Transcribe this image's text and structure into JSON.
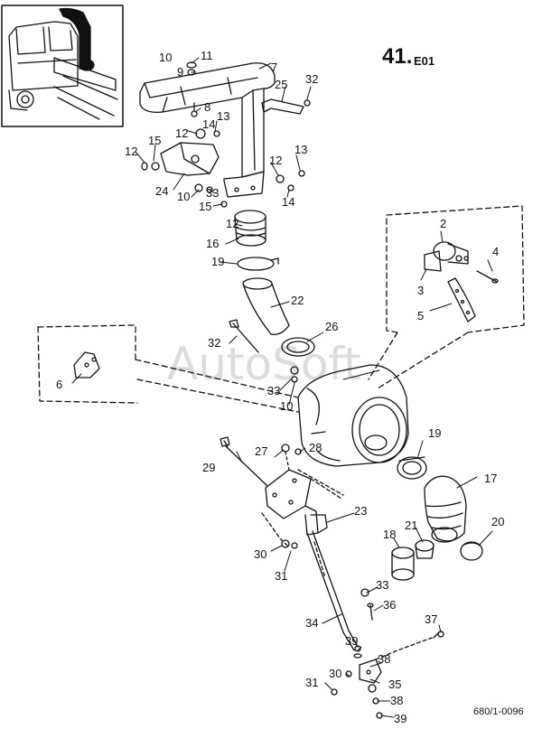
{
  "header": {
    "section_number": "41.",
    "section_suffix": "E01",
    "drawing_code": "680/1-0096"
  },
  "watermark": "AutoSoft",
  "colors": {
    "line": "#111111",
    "watermark": "#9a9a9a"
  },
  "labels": {
    "p2": "2",
    "p3": "3",
    "p4": "4",
    "p5": "5",
    "p6": "6",
    "p7": "7",
    "p8": "8",
    "p9": "9",
    "p10a": "10",
    "p10b": "10",
    "p10c": "10",
    "p11": "11",
    "p12a": "12",
    "p12b": "12",
    "p12c": "12",
    "p12d": "12",
    "p13a": "13",
    "p13b": "13",
    "p14a": "14",
    "p14b": "14",
    "p15a": "15",
    "p15b": "15",
    "p16": "16",
    "p17": "17",
    "p18": "18",
    "p19a": "19",
    "p19b": "19",
    "p20": "20",
    "p21": "21",
    "p22": "22",
    "p23": "23",
    "p24": "24",
    "p25": "25",
    "p26": "26",
    "p27": "27",
    "p28": "28",
    "p29": "29",
    "p30a": "30",
    "p30b": "30",
    "p31a": "31",
    "p31b": "31",
    "p32a": "32",
    "p32b": "32",
    "p33a": "33",
    "p33b": "33",
    "p33c": "33",
    "p34": "34",
    "p35": "35",
    "p36": "36",
    "p37": "37",
    "p38a": "38",
    "p38b": "38",
    "p39a": "39",
    "p39b": "39"
  }
}
